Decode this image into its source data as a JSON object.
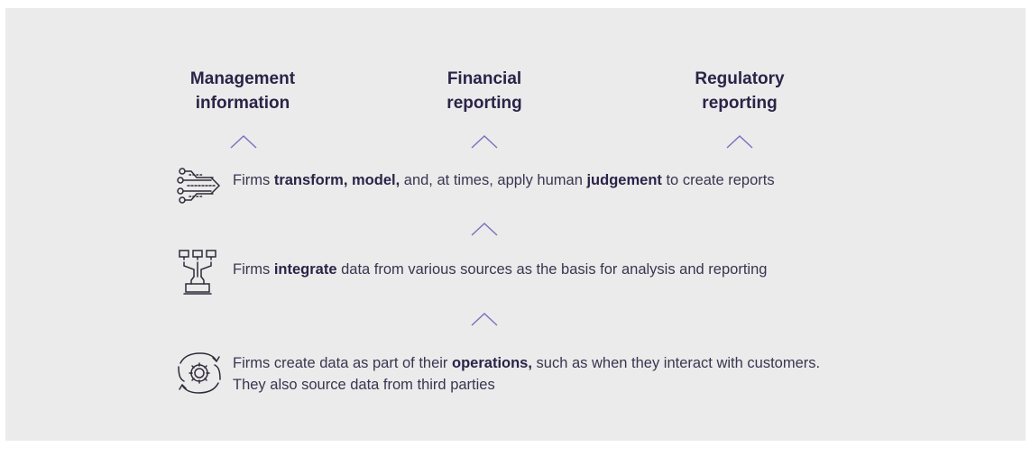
{
  "top_labels": [
    {
      "line1": "Management",
      "line2": "information"
    },
    {
      "line1": "Financial",
      "line2": "reporting"
    },
    {
      "line1": "Regulatory",
      "line2": "reporting"
    }
  ],
  "rows": {
    "transform": {
      "icon": "data-transform-icon",
      "t1": "Firms ",
      "b1": "transform, model,",
      "t2": " and, at times, apply human ",
      "b2": "judgement",
      "t3": " to create reports"
    },
    "integrate": {
      "icon": "data-integration-icon",
      "t1": "Firms ",
      "b1": "integrate",
      "t2": " data from various sources as the basis for analysis and reporting"
    },
    "operations": {
      "icon": "operations-cycle-icon",
      "t1": "Firms create data as part of their ",
      "b1": "operations,",
      "t2": " such as when they interact with customers.",
      "line2": "They also source data from third parties"
    }
  },
  "colors": {
    "panel_bg": "#ebebeb",
    "heading": "#2b2348",
    "chevron": "#7b6fc0",
    "icon": "#2f2a3a"
  }
}
